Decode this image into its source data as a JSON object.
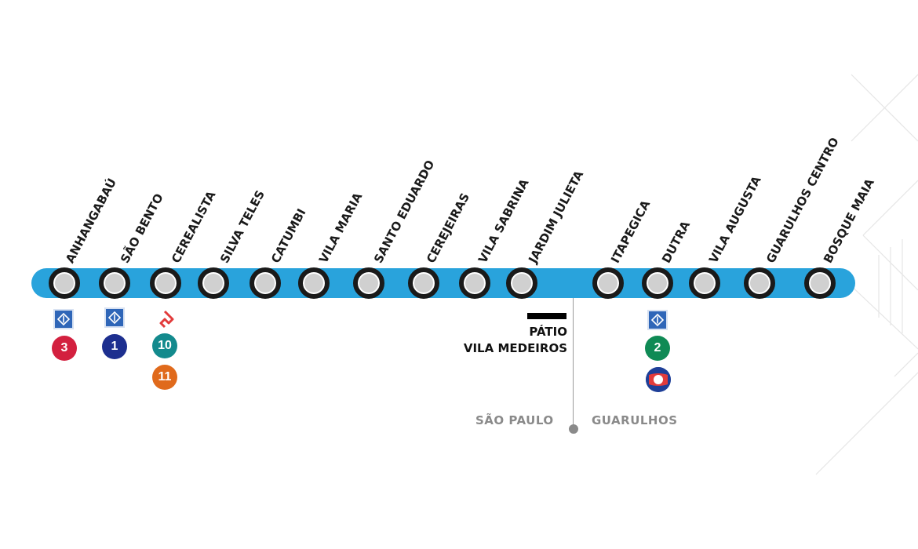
{
  "line_color": "#29a3dc",
  "stations": [
    {
      "name": "ANHANGABAÚ"
    },
    {
      "name": "SÃO BENTO"
    },
    {
      "name": "CEREALISTA"
    },
    {
      "name": "SILVA TELES"
    },
    {
      "name": "CATUMBI"
    },
    {
      "name": "VILA MARIA"
    },
    {
      "name": "SANTO EDUARDO"
    },
    {
      "name": "CEREJEIRAS"
    },
    {
      "name": "VILA SABRINA"
    },
    {
      "name": "JARDIM JULIETA"
    },
    {
      "name": "ITAPEGICA"
    },
    {
      "name": "DUTRA"
    },
    {
      "name": "VILA AUGUSTA"
    },
    {
      "name": "GUARULHOS CENTRO"
    },
    {
      "name": "BOSQUE MAIA"
    }
  ],
  "connections": {
    "anhangabau": {
      "metro_icon": "metro-logo-icon",
      "line": {
        "number": "3",
        "color": "#d3203f"
      }
    },
    "sao_bento": {
      "metro_icon": "metro-logo-icon",
      "line": {
        "number": "1",
        "color": "#1d2f8f"
      }
    },
    "cerealista": {
      "cptm_icon": "cptm-logo-icon",
      "lines": [
        {
          "number": "10",
          "color": "#138a8d"
        },
        {
          "number": "11",
          "color": "#e06a1c"
        }
      ]
    },
    "dutra": {
      "metro_icon": "metro-logo-icon",
      "line": {
        "number": "2",
        "color": "#0f8a55"
      },
      "airport_icon": "airport-train-icon"
    }
  },
  "yard": {
    "line1": "PÁTIO",
    "line2": "VILA MEDEIROS"
  },
  "boundary": {
    "left": "SÃO PAULO",
    "right": "GUARULHOS"
  }
}
